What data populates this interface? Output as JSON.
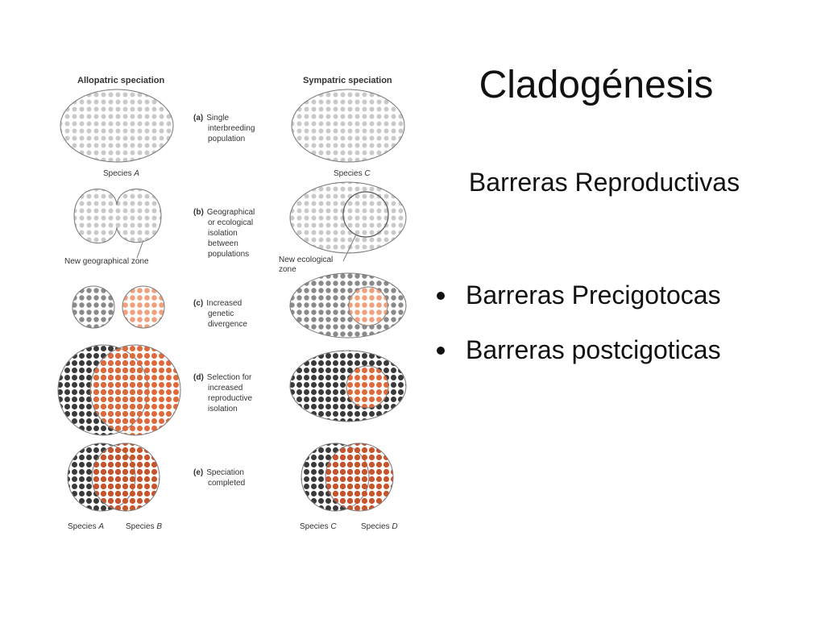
{
  "slide": {
    "title": "Cladogénesis",
    "subtitle": "Barreras Reproductivas",
    "bullets": [
      "Barreras Precigotocas",
      "Barreras postcigoticas"
    ]
  },
  "figure": {
    "heading_left": "Allopatric speciation",
    "heading_right": "Sympatric speciation",
    "steps": [
      {
        "letter": "(a)",
        "lines": [
          "Single",
          "interbreeding",
          "population"
        ]
      },
      {
        "letter": "(b)",
        "lines": [
          "Geographical",
          "or ecological",
          "isolation",
          "between",
          "populations"
        ]
      },
      {
        "letter": "(c)",
        "lines": [
          "Increased",
          "genetic",
          "divergence"
        ]
      },
      {
        "letter": "(d)",
        "lines": [
          "Selection for",
          "increased",
          "reproductive",
          "isolation"
        ]
      },
      {
        "letter": "(e)",
        "lines": [
          "Speciation",
          "completed"
        ]
      }
    ],
    "labels": {
      "species_a_top": {
        "prefix": "Species ",
        "letter": "A"
      },
      "species_c_top": {
        "prefix": "Species ",
        "letter": "C"
      },
      "new_geo_zone": "New geographical zone",
      "new_eco_zone": [
        "New ecological",
        "zone"
      ],
      "bottom_a": {
        "prefix": "Species ",
        "letter": "A"
      },
      "bottom_b": {
        "prefix": "Species ",
        "letter": "B"
      },
      "bottom_c": {
        "prefix": "Species ",
        "letter": "C"
      },
      "bottom_d": {
        "prefix": "Species ",
        "letter": "D"
      }
    },
    "colors": {
      "light_dot": "#c9c9c9",
      "mid_dot": "#8a8a8a",
      "dark_dot": "#3a3a3a",
      "light_orange": "#f0a07c",
      "orange": "#e0693a",
      "dark_orange": "#c9532a",
      "outline": "#777777",
      "text": "#333333"
    }
  }
}
